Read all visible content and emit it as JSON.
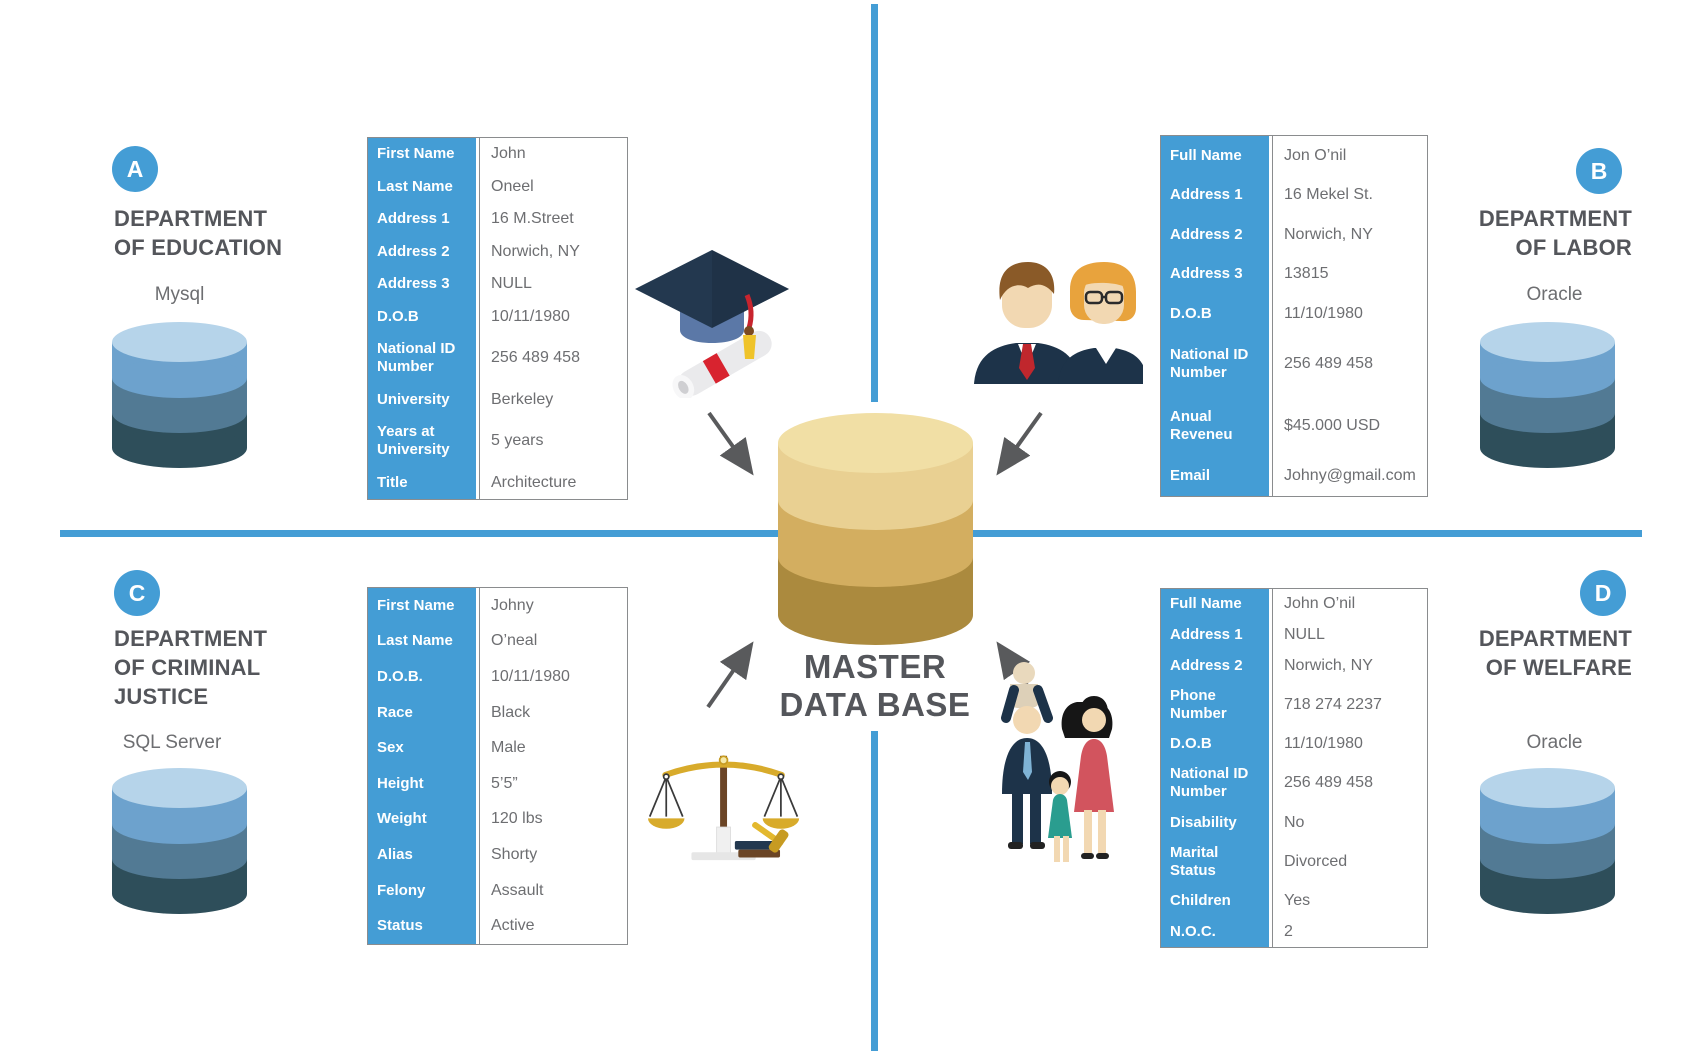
{
  "colors": {
    "accent": "#449dd5",
    "heading_text": "#54565b",
    "value_text": "#6d6e71",
    "table_border": "#8a8c8e",
    "arrow": "#595a5c",
    "blue_db_top": "#b6d4ea",
    "blue_db_band1": "#6da2cd",
    "blue_db_band2": "#527a94",
    "blue_db_band3": "#2e4e5a",
    "gold_db_top": "#f1dfa5",
    "gold_db_band1": "#e9d092",
    "gold_db_band2": "#d3ae60",
    "gold_db_band3": "#ab8a3e"
  },
  "center": {
    "line1": "MASTER",
    "line2": "DATA BASE",
    "icon": "gold-database-cylinder"
  },
  "quadrants": {
    "a": {
      "letter": "A",
      "title_lines": [
        "DEPARTMENT",
        "OF EDUCATION"
      ],
      "engine": "Mysql",
      "db_icon": "blue-database-cylinder",
      "icon": "graduation-cap-and-diploma",
      "rows": [
        {
          "label": "First Name",
          "value": "John"
        },
        {
          "label": "Last Name",
          "value": "Oneel"
        },
        {
          "label": "Address 1",
          "value": "16 M.Street"
        },
        {
          "label": "Address 2",
          "value": "Norwich, NY"
        },
        {
          "label": "Address 3",
          "value": "NULL"
        },
        {
          "label": "D.O.B",
          "value": "10/11/1980"
        },
        {
          "label": "National ID\nNumber",
          "value": "256 489 458"
        },
        {
          "label": "University",
          "value": "Berkeley"
        },
        {
          "label": "Years at\nUniversity",
          "value": "5 years"
        },
        {
          "label": "Title",
          "value": "Architecture"
        }
      ]
    },
    "b": {
      "letter": "B",
      "title_lines": [
        "DEPARTMENT",
        "OF LABOR"
      ],
      "engine": "Oracle",
      "db_icon": "blue-database-cylinder",
      "icon": "couple",
      "rows": [
        {
          "label": "Full Name",
          "value": "Jon O’nil"
        },
        {
          "label": "Address 1",
          "value": "16 Mekel St."
        },
        {
          "label": "Address 2",
          "value": "Norwich, NY"
        },
        {
          "label": "Address 3",
          "value": "13815"
        },
        {
          "label": "D.O.B",
          "value": "11/10/1980"
        },
        {
          "label": "National ID\nNumber",
          "value": "256 489 458"
        },
        {
          "label": "Anual\nReveneu",
          "value": "$45.000 USD"
        },
        {
          "label": "Email",
          "value": "Johny@gmail.com"
        }
      ]
    },
    "c": {
      "letter": "C",
      "title_lines": [
        "DEPARTMENT",
        "OF CRIMINAL",
        "JUSTICE"
      ],
      "engine": "SQL Server",
      "db_icon": "blue-database-cylinder",
      "icon": "scales-of-justice",
      "rows": [
        {
          "label": "First Name",
          "value": "Johny"
        },
        {
          "label": "Last Name",
          "value": "O’neal"
        },
        {
          "label": "D.O.B.",
          "value": "10/11/1980"
        },
        {
          "label": "Race",
          "value": "Black"
        },
        {
          "label": "Sex",
          "value": "Male"
        },
        {
          "label": "Height",
          "value": "5’5”"
        },
        {
          "label": "Weight",
          "value": "120 lbs"
        },
        {
          "label": "Alias",
          "value": "Shorty"
        },
        {
          "label": "Felony",
          "value": "Assault"
        },
        {
          "label": "Status",
          "value": "Active"
        }
      ]
    },
    "d": {
      "letter": "D",
      "title_lines": [
        "DEPARTMENT",
        "OF WELFARE"
      ],
      "engine": "Oracle",
      "db_icon": "blue-database-cylinder",
      "icon": "family",
      "rows": [
        {
          "label": "Full Name",
          "value": "John O’nil"
        },
        {
          "label": "Address 1",
          "value": "NULL"
        },
        {
          "label": "Address 2",
          "value": "Norwich, NY"
        },
        {
          "label": "Phone\nNumber",
          "value": "718 274 2237"
        },
        {
          "label": "D.O.B",
          "value": "11/10/1980"
        },
        {
          "label": "National ID\nNumber",
          "value": "256 489 458"
        },
        {
          "label": "Disability",
          "value": "No"
        },
        {
          "label": "Marital\nStatus",
          "value": "Divorced"
        },
        {
          "label": "Children",
          "value": "Yes"
        },
        {
          "label": "N.O.C.",
          "value": "2"
        }
      ]
    }
  }
}
